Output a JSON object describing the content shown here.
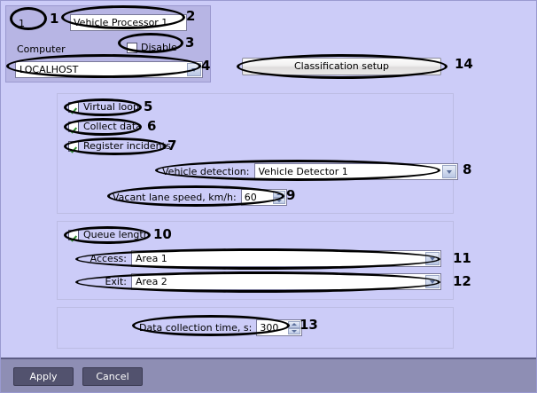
{
  "window": {
    "background_color": "#ccccf8",
    "groupbox_color": "#b7b5e4",
    "bottombar_color": "#8e8eb4"
  },
  "computer_group": {
    "id_value": "1",
    "name_value": "Vehicle Processor 1",
    "computer_label": "Computer",
    "disable_label": "Disable",
    "disable_checked": false,
    "computer_value": "LOCALHOST"
  },
  "classification": {
    "button_label": "Classification setup"
  },
  "detection_panel": {
    "virtual_loop_label": "Virtual loop",
    "collect_data_label": "Collect data",
    "register_incidents_label": "Register incidents",
    "vehicle_detection_label": "Vehicle detection:",
    "vehicle_detection_value": "Vehicle Detector 1",
    "vacant_speed_label": "Vacant lane speed, km/h:",
    "vacant_speed_value": "60"
  },
  "queue_panel": {
    "queue_length_label": "Queue length",
    "access_label": "Access:",
    "access_value": "Area 1",
    "exit_label": "Exit:",
    "exit_value": "Area 2"
  },
  "collect_panel": {
    "data_collection_label": "Data collection time, s:",
    "data_collection_value": "300"
  },
  "buttons": {
    "apply_label": "Apply",
    "cancel_label": "Cancel"
  },
  "annotations": {
    "n1": "1",
    "n2": "2",
    "n3": "3",
    "n4": "4",
    "n5": "5",
    "n6": "6",
    "n7": "7",
    "n8": "8",
    "n9": "9",
    "n10": "10",
    "n11": "11",
    "n12": "12",
    "n13": "13",
    "n14": "14"
  }
}
